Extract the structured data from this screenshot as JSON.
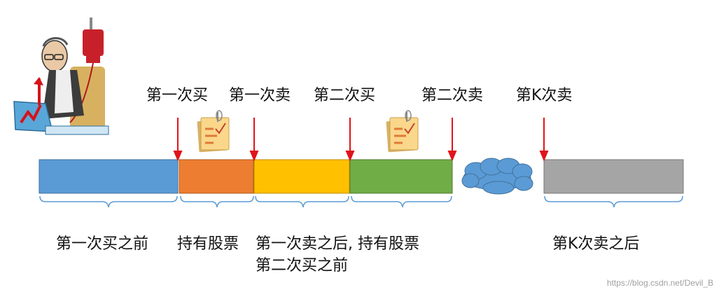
{
  "events": [
    "第一次买",
    "第一次卖",
    "第二次买",
    "第二次卖",
    "第K次卖"
  ],
  "segments": [
    {
      "label": "第一次买之前",
      "color": "#5b9bd5"
    },
    {
      "label": "持有股票",
      "color": "#ed7d31"
    },
    {
      "label": "第一次卖之后, 持有股票",
      "label2": "第二次买之前",
      "color": "#ffc000"
    },
    {
      "label": "",
      "color": "#70ad47"
    },
    {
      "label": "第K次卖之后",
      "color": "#a5a5a5"
    }
  ],
  "colors": {
    "arrow": "#e0141a",
    "cloud": "#5b9bd5",
    "brace": "#5b9bd5",
    "note": "#fad78a"
  },
  "watermark": "https://blog.csdn.net/Devil_B"
}
